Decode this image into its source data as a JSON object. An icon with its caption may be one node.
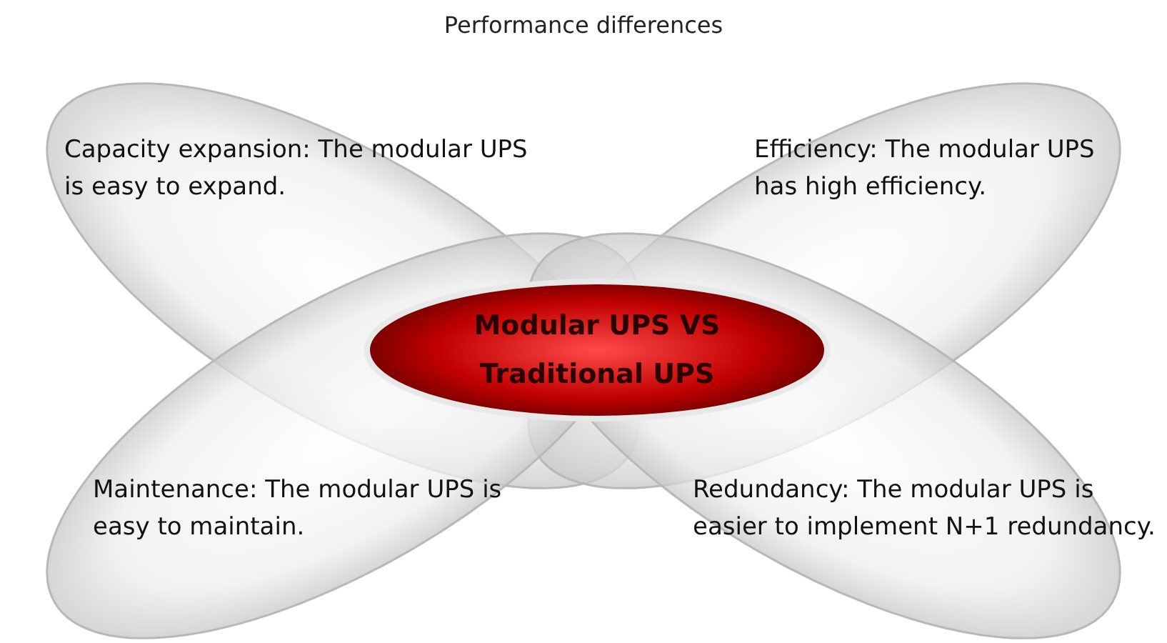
{
  "diagram": {
    "title": "Performance differences",
    "nodes": [
      {
        "text": [
          "Modular UPS VS Traditional UPS"
        ]
      },
      {
        "text": [
          "Capacity expansion: The modular UPS is easy to expand."
        ]
      },
      {
        "text": [
          "Efficiency: The modular UPS has high efficiency."
        ]
      },
      {
        "text": [
          "Maintenance: The modular UPS is easy to maintain."
        ]
      },
      {
        "text": [
          "Redundancy: The modular UPS is easier to implement N+1 redundancy."
        ]
      }
    ]
  }
}
